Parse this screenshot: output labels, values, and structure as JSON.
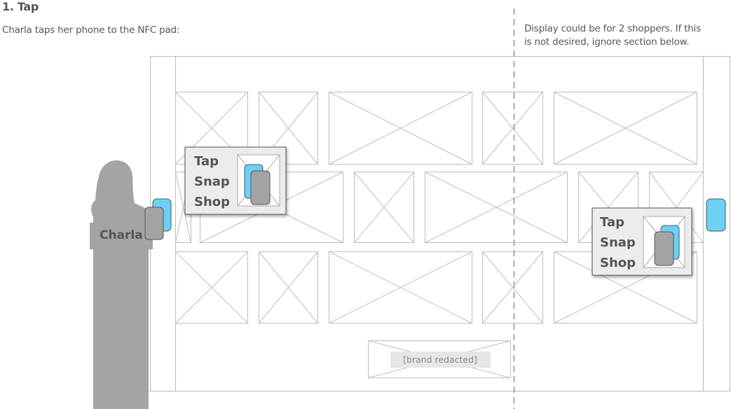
{
  "heading": "1. Tap",
  "caption": "Charla taps her phone to the NFC pad:",
  "note_lines": [
    "Display could be for 2 shoppers. If this",
    "is not desired, ignore section below."
  ],
  "shopper_label": "Charla",
  "popup_words": [
    "Tap",
    "Snap",
    "Shop"
  ],
  "brand_placeholder": "[brand redacted]",
  "colors": {
    "nfc_pad": "#6cd1f5",
    "phone": "#a3a3a3",
    "silhouette": "#a4a4a4",
    "popup_bg": "#ececec",
    "wireframe_stroke": "#b9b9b9"
  }
}
